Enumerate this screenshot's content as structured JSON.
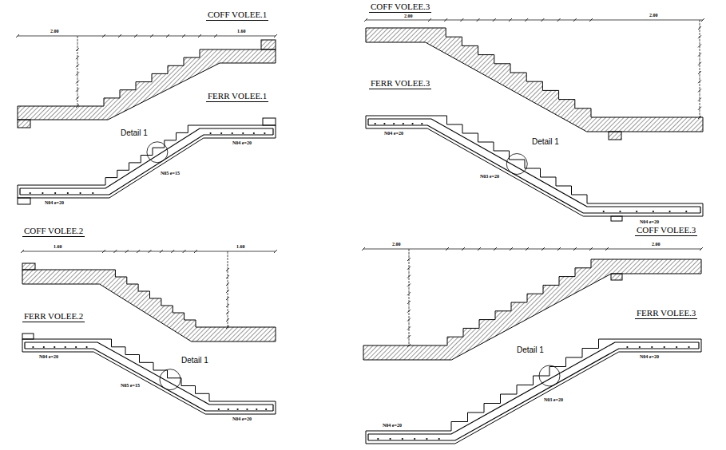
{
  "diagram": {
    "labels": [
      "COFF VOLEE.1",
      "2.00",
      "1.60",
      "FERR VOLEE.1",
      "Detail 1",
      "N04 e=20",
      "N05 e=15",
      "N04 e=20",
      "COFF VOLEE.3",
      "2.00",
      "2.00",
      "FERR VOLEE.3",
      "Detail 1",
      "N04 e=20",
      "N03 e=20",
      "N04 e=20",
      "COFF VOLEE.2",
      "1.60",
      "1.60",
      "FERR VOLEE.2",
      "Detail 1",
      "N04 e=20",
      "N05 e=15",
      "N04 e=20",
      "COFF VOLEE.3",
      "2.00",
      "2.00",
      "FERR VOLEE.3",
      "Detail 1",
      "N04 e=20",
      "N03 e=20",
      "N04 e=20"
    ]
  }
}
